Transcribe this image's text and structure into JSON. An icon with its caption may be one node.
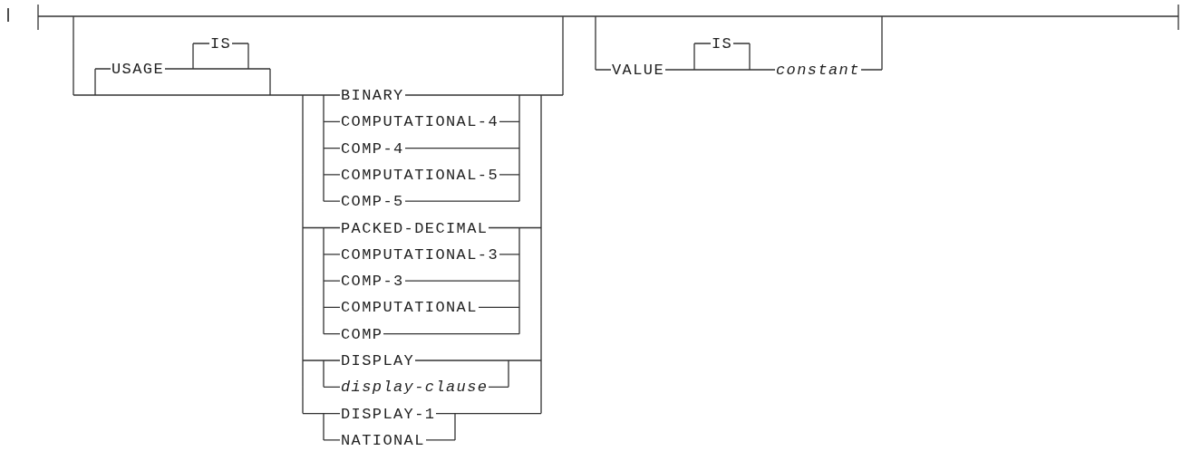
{
  "diagram": {
    "labels": [
      "USAGE",
      "IS",
      "BINARY",
      "COMPUTATIONAL-4",
      "COMP-4",
      "COMPUTATIONAL-5",
      "COMP-5",
      "PACKED-DECIMAL",
      "COMPUTATIONAL-3",
      "COMP-3",
      "COMPUTATIONAL",
      "COMP",
      "DISPLAY",
      "display-clause",
      "DISPLAY-1",
      "NATIONAL",
      "VALUE",
      "IS",
      "constant"
    ]
  }
}
